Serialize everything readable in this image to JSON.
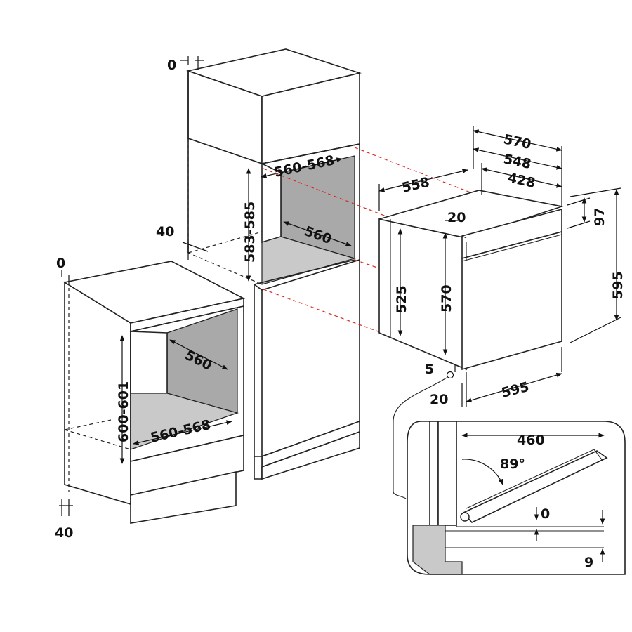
{
  "tall_cabinet": {
    "top_gap": "0",
    "side_gap": "40",
    "niche_width": "560-568",
    "niche_height": "583-585",
    "niche_depth": "560"
  },
  "base_cabinet": {
    "top_gap": "0",
    "bottom_gap": "40",
    "niche_depth": "560",
    "niche_width": "560-568",
    "niche_height": "600-601"
  },
  "oven": {
    "width_total": "570",
    "width_mid": "548",
    "width_inner": "428",
    "depth": "558",
    "front_offset": "20",
    "control_panel_height": "97",
    "body_height": "525",
    "door_height": "570",
    "total_height": "595",
    "bottom_offset": "5",
    "bottom_depth": "20",
    "front_width": "595"
  },
  "door_detail": {
    "door_length": "460",
    "opening_angle": "89°",
    "clearance_top": "0",
    "clearance_bottom": "9"
  },
  "colors": {
    "line": "#222222",
    "alignment_guides": "#d9261c",
    "niche_fill": "#a9a9a9"
  }
}
